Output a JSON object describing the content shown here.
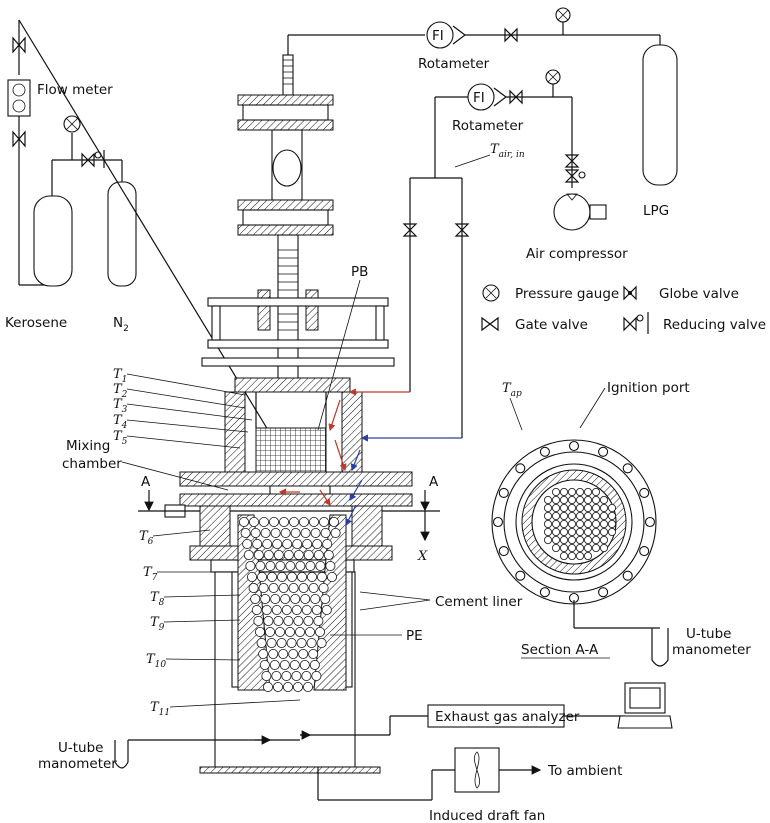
{
  "labels": {
    "flow_meter": "Flow meter",
    "kerosene": "Kerosene",
    "n2_main": "N",
    "n2_sub": "2",
    "rotameter_top": "Rotameter",
    "rotameter_mid": "Rotameter",
    "fi_top": "FI",
    "fi_mid": "FI",
    "t_air_in_main": "T",
    "t_air_in_sub": "air, in",
    "lpg": "LPG",
    "air_compressor": "Air compressor",
    "pb": "PB",
    "pe": "PE",
    "mixing_chamber_l1": "Mixing",
    "mixing_chamber_l2": "chamber",
    "cement_liner": "Cement liner",
    "section_aa": "Section A-A",
    "u_tube_right_l1": "U-tube",
    "u_tube_right_l2": "manometer",
    "u_tube_left_l1": "U-tube",
    "u_tube_left_l2": "manometer",
    "exhaust_gas_analyzer": "Exhaust gas analyzer",
    "to_ambient": "To ambient",
    "induced_draft_fan": "Induced draft fan",
    "ignition_port": "Ignition port",
    "t_ap_main": "T",
    "t_ap_sub": "ap",
    "section_a_left": "A",
    "section_a_right": "A",
    "x_axis": "X"
  },
  "legend": {
    "pressure_gauge": "Pressure gauge",
    "globe_valve": "Globe valve",
    "gate_valve": "Gate valve",
    "reducing_valve": "Reducing valve"
  },
  "thermocouples": [
    {
      "main": "T",
      "sub": "1"
    },
    {
      "main": "T",
      "sub": "2"
    },
    {
      "main": "T",
      "sub": "3"
    },
    {
      "main": "T",
      "sub": "4"
    },
    {
      "main": "T",
      "sub": "5"
    },
    {
      "main": "T",
      "sub": "6"
    },
    {
      "main": "T",
      "sub": "7"
    },
    {
      "main": "T",
      "sub": "8"
    },
    {
      "main": "T",
      "sub": "9"
    },
    {
      "main": "T",
      "sub": "10"
    },
    {
      "main": "T",
      "sub": "11"
    }
  ],
  "colors": {
    "fuel_flow_arrows": "#c0392b",
    "air_flow_arrows": "#2c3e9e"
  }
}
